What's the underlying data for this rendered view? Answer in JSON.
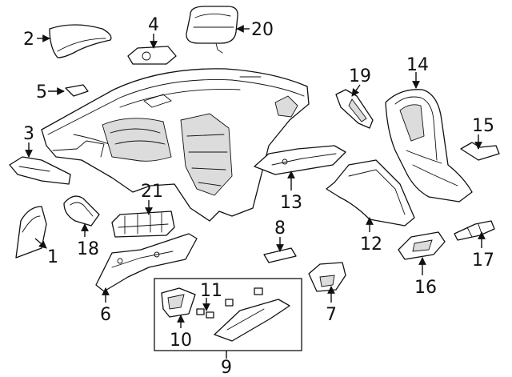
{
  "diagram": {
    "callouts": [
      {
        "id": "c1",
        "label": "1"
      },
      {
        "id": "c2",
        "label": "2"
      },
      {
        "id": "c3",
        "label": "3"
      },
      {
        "id": "c4",
        "label": "4"
      },
      {
        "id": "c5",
        "label": "5"
      },
      {
        "id": "c6",
        "label": "6"
      },
      {
        "id": "c7",
        "label": "7"
      },
      {
        "id": "c8",
        "label": "8"
      },
      {
        "id": "c9",
        "label": "9"
      },
      {
        "id": "c10",
        "label": "10"
      },
      {
        "id": "c11",
        "label": "11"
      },
      {
        "id": "c12",
        "label": "12"
      },
      {
        "id": "c13",
        "label": "13"
      },
      {
        "id": "c14",
        "label": "14"
      },
      {
        "id": "c15",
        "label": "15"
      },
      {
        "id": "c16",
        "label": "16"
      },
      {
        "id": "c17",
        "label": "17"
      },
      {
        "id": "c18",
        "label": "18"
      },
      {
        "id": "c19",
        "label": "19"
      },
      {
        "id": "c20",
        "label": "20"
      },
      {
        "id": "c21",
        "label": "21"
      }
    ]
  },
  "colors": {
    "line": "#111111",
    "background": "#ffffff"
  }
}
